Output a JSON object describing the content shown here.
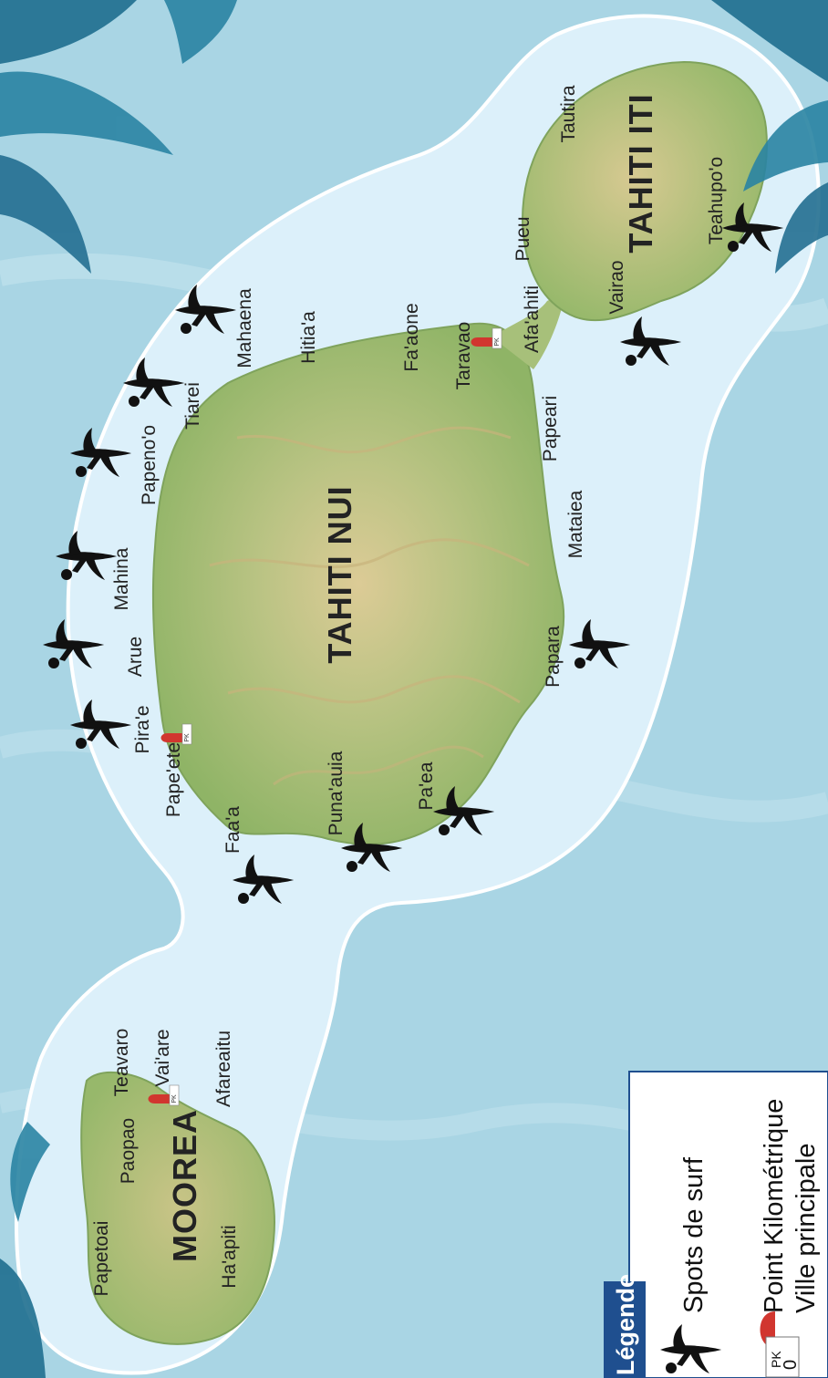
{
  "colors": {
    "ocean": "#a6d3e2",
    "lagoon": "#d9eef8",
    "land": "#a5c07a",
    "land_dark": "#7fa35c",
    "highland": "#d7c691",
    "leaves": "#1f6f8f",
    "marker_red": "#d1362f",
    "legend_header": "#1f4f8f"
  },
  "islands": {
    "tahiti_nui": "TAHITI NUI",
    "tahiti_iti": "TAHITI ITI",
    "moorea": "MOOREA"
  },
  "towns": {
    "tautira": "Tautira",
    "teahupoo": "Teahupo'o",
    "pueu": "Pueu",
    "vairao": "Vairao",
    "afaahiti": "Afa'ahiti",
    "mahaena": "Mahaena",
    "hitiaa": "Hitia'a",
    "faaone": "Fa'aone",
    "taravao": "Taravao",
    "tiarei": "Tiarei",
    "papenoo": "Papeno'o",
    "papeari": "Papeari",
    "mahina": "Mahina",
    "mataiea": "Mataiea",
    "arue": "Arue",
    "papara": "Papara",
    "pirae": "Pira'e",
    "papeete": "Pape'ete",
    "punaauia": "Puna'auia",
    "faaa": "Faa'a",
    "paea": "Pa'ea",
    "teavaro": "Teavaro",
    "vaiare": "Vai'are",
    "paopao": "Paopao",
    "afareaitu": "Afareaitu",
    "papetoai": "Papetoai",
    "haapiti": "Ha'apiti"
  },
  "pk_marker": {
    "prefix": "PK",
    "value": "0"
  },
  "legend": {
    "title": "Légende",
    "surf_spots": "Spots de surf",
    "pk_line1": "Point Kilométrique",
    "pk_line2": "Ville principale"
  },
  "icons": {
    "surf": "surfer-icon",
    "pk": "pk-marker-icon"
  }
}
